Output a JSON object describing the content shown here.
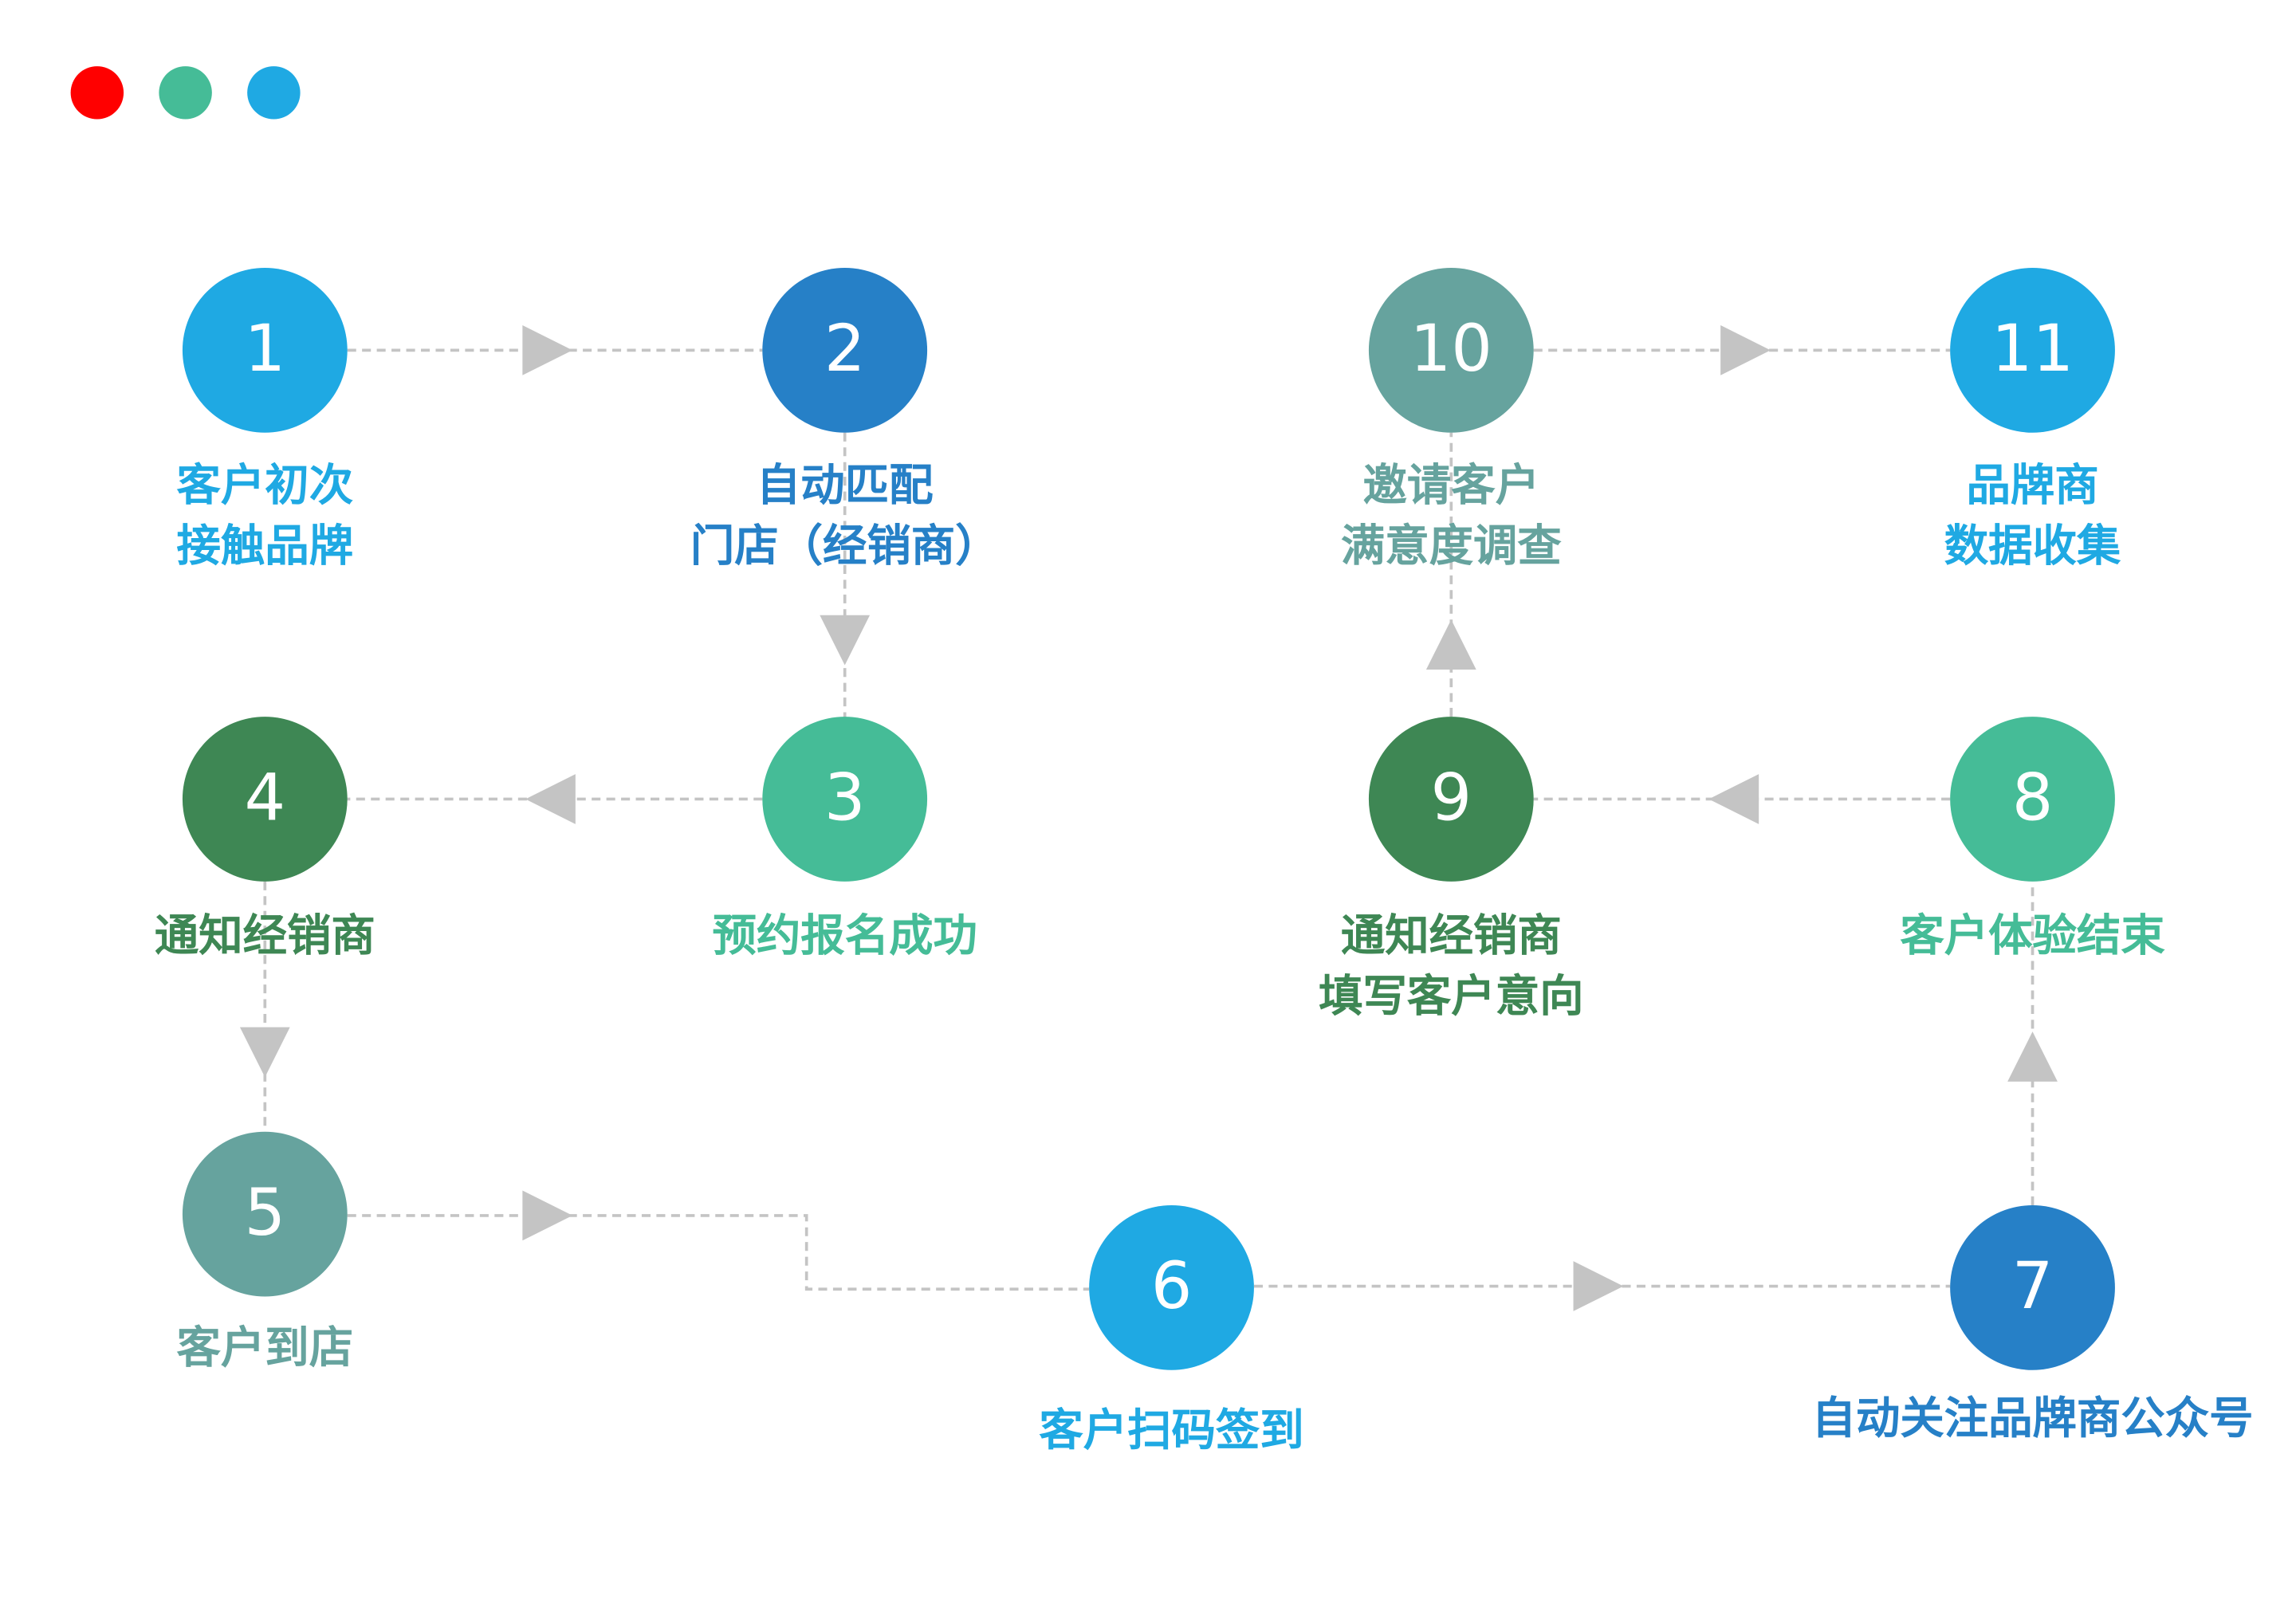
{
  "window_controls": [
    {
      "name": "close",
      "color": "#ff0000"
    },
    {
      "name": "minimize",
      "color": "#45bc97"
    },
    {
      "name": "maximize",
      "color": "#1fa9e3"
    }
  ],
  "steps": [
    {
      "number": "1",
      "color": "#1fa9e3",
      "label_lines": [
        "客户初次",
        "接触品牌"
      ]
    },
    {
      "number": "2",
      "color": "#2680c7",
      "label_lines": [
        "自动匹配",
        "门店（经销商）"
      ]
    },
    {
      "number": "3",
      "color": "#45bc97",
      "label_lines": [
        "预约报名成功"
      ]
    },
    {
      "number": "4",
      "color": "#3e8754",
      "label_lines": [
        "通知经销商"
      ]
    },
    {
      "number": "5",
      "color": "#66a39e",
      "label_lines": [
        "客户到店"
      ]
    },
    {
      "number": "6",
      "color": "#1fa9e3",
      "label_lines": [
        "客户扫码签到"
      ]
    },
    {
      "number": "7",
      "color": "#2680c7",
      "label_lines": [
        "自动关注品牌商公众号"
      ]
    },
    {
      "number": "8",
      "color": "#45bc97",
      "label_lines": [
        "客户体验结束"
      ]
    },
    {
      "number": "9",
      "color": "#3e8754",
      "label_lines": [
        "通知经销商",
        "填写客户意向"
      ]
    },
    {
      "number": "10",
      "color": "#66a39e",
      "label_lines": [
        "邀请客户",
        "满意度调查"
      ]
    },
    {
      "number": "11",
      "color": "#1fa9e3",
      "label_lines": [
        "品牌商",
        "数据收集"
      ]
    }
  ],
  "connector_color": "#c4c4c4"
}
